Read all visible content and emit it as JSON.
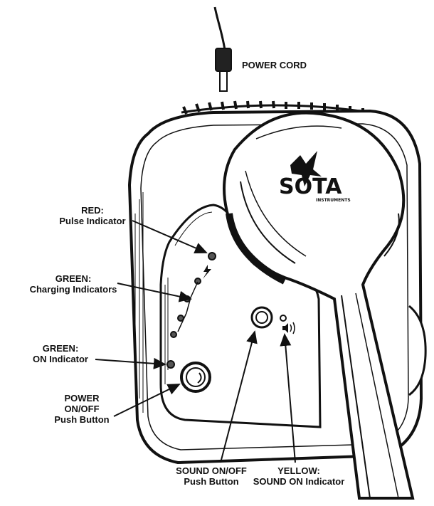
{
  "labels": {
    "power_cord": "POWER CORD",
    "red_title": "RED:",
    "red_desc": "Pulse Indicator",
    "green_charge_title": "GREEN:",
    "green_charge_desc": "Charging Indicators",
    "green_on_title": "GREEN:",
    "green_on_desc": "ON Indicator",
    "power_line1": "POWER",
    "power_line2": "ON/OFF",
    "power_line3": "Push Button",
    "sound_line1": "SOUND ON/OFF",
    "sound_line2": "Push Button",
    "yellow_line1": "YELLOW:",
    "yellow_line2": "SOUND ON Indicator"
  },
  "logo": {
    "brand": "SOTA",
    "sub": "INSTRUMENTS"
  },
  "colors": {
    "ink": "#111111",
    "background": "#ffffff"
  }
}
